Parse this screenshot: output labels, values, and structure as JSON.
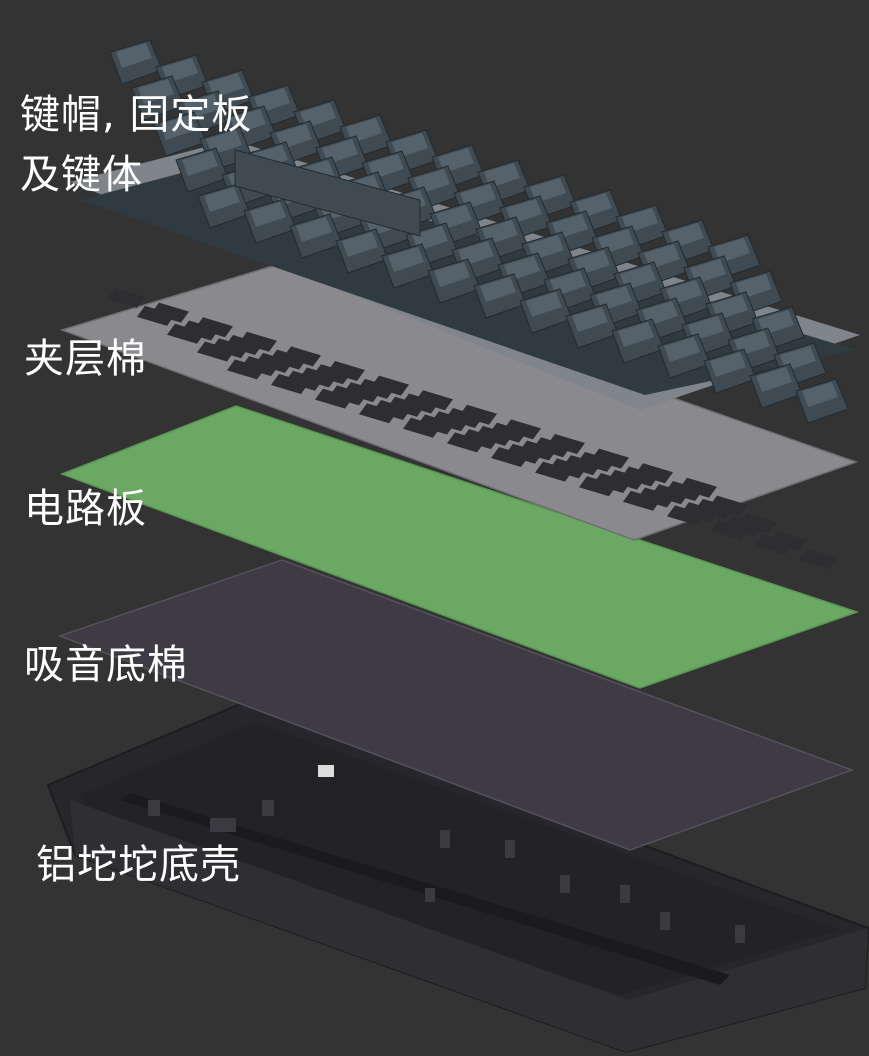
{
  "layers": [
    {
      "id": "keycaps",
      "label_line1": "键帽, 固定板",
      "label_line2": "及键体"
    },
    {
      "id": "plate-foam",
      "label": "夹层棉"
    },
    {
      "id": "pcb",
      "label": "电路板"
    },
    {
      "id": "bottom-foam",
      "label": "吸音底棉"
    },
    {
      "id": "case",
      "label": "铝坨坨底壳"
    }
  ],
  "colors": {
    "background": "#333333",
    "keycap": "#3f4a52",
    "keycap_top": "#56626b",
    "plate_foam": "#8a8a8e",
    "pcb": "#6aa863",
    "bottom_foam": "#3f3b44",
    "case": "#2a2a2e"
  }
}
